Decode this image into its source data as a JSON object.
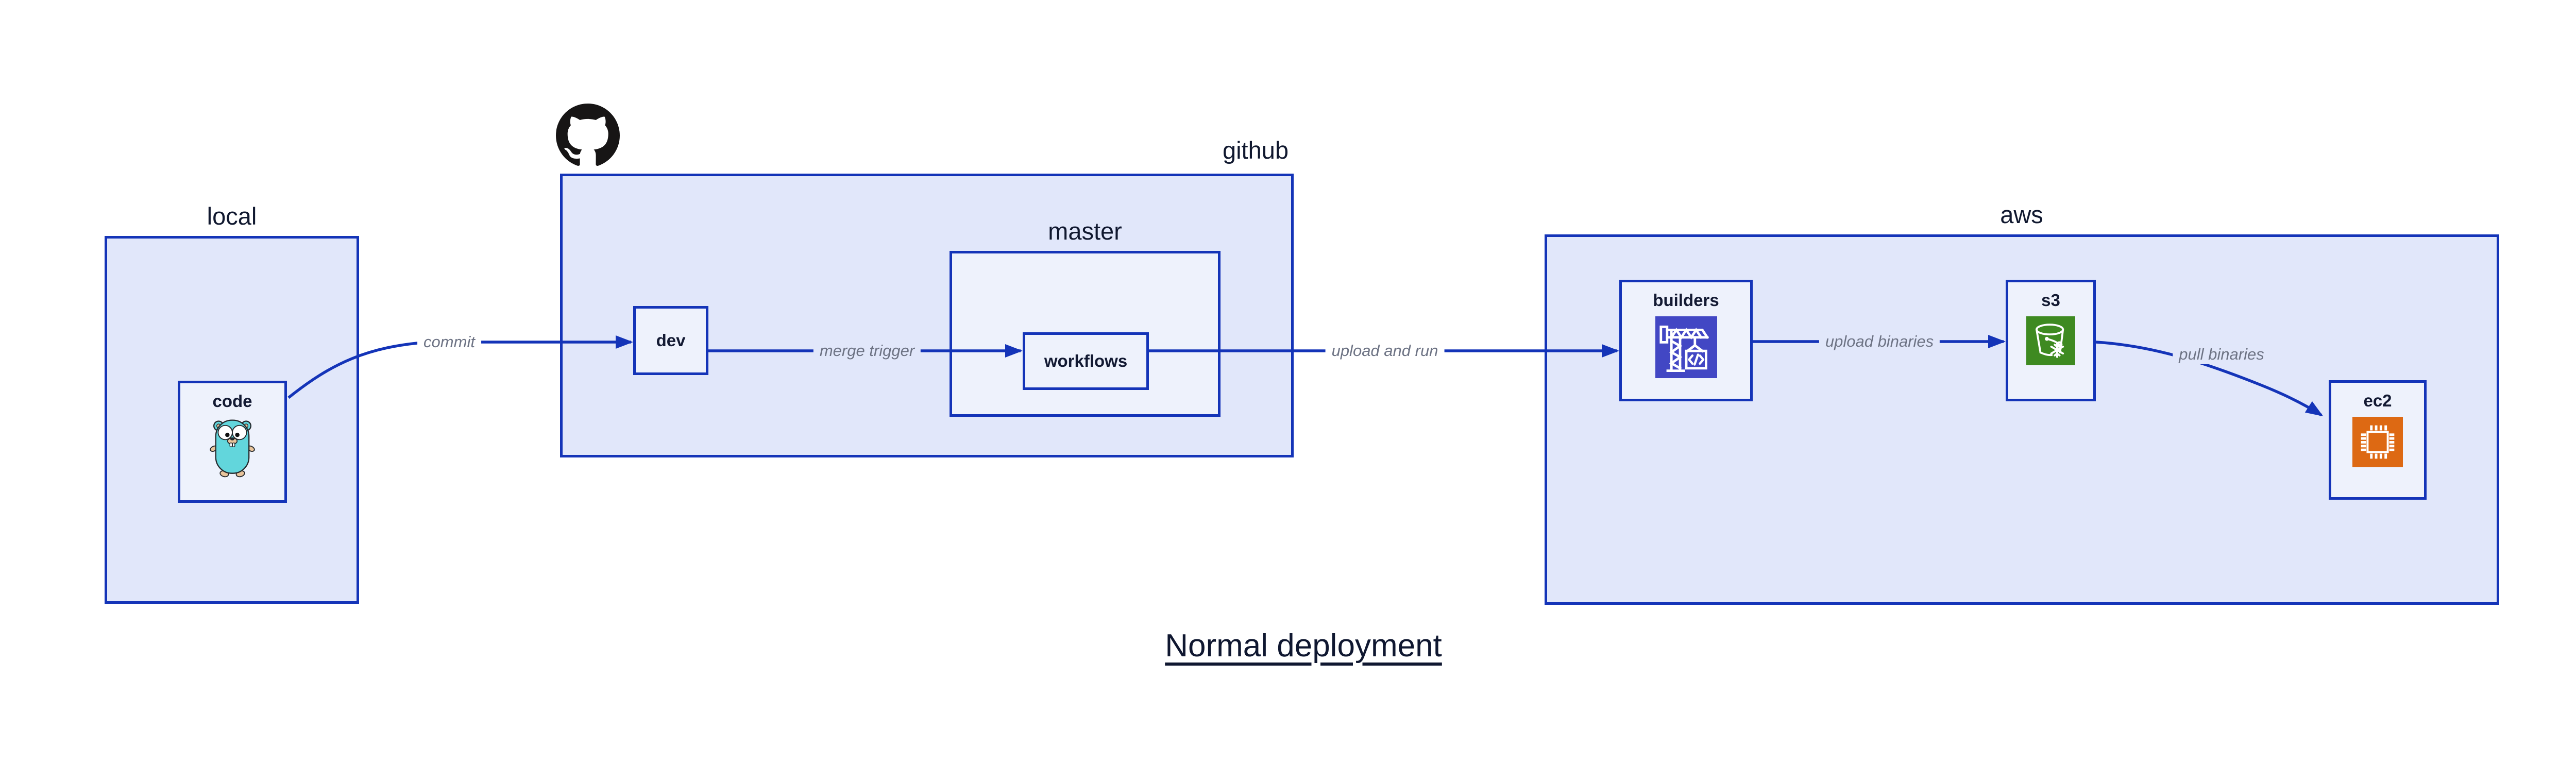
{
  "title": "Normal deployment",
  "containers": [
    {
      "id": "local",
      "label": "local"
    },
    {
      "id": "github",
      "label": "github"
    },
    {
      "id": "master",
      "label": "master"
    },
    {
      "id": "aws",
      "label": "aws"
    }
  ],
  "nodes": [
    {
      "id": "code",
      "label": "code",
      "icon": "go-gopher-icon"
    },
    {
      "id": "dev",
      "label": "dev"
    },
    {
      "id": "workflows",
      "label": "workflows"
    },
    {
      "id": "builders",
      "label": "builders",
      "icon": "codebuild-crane-icon"
    },
    {
      "id": "s3",
      "label": "s3",
      "icon": "s3-glacier-bucket-icon"
    },
    {
      "id": "ec2",
      "label": "ec2",
      "icon": "ec2-chip-icon"
    }
  ],
  "edges": [
    {
      "from": "code",
      "to": "dev",
      "label": "commit"
    },
    {
      "from": "dev",
      "to": "workflows",
      "label": "merge trigger"
    },
    {
      "from": "workflows",
      "to": "builders",
      "label": "upload and run"
    },
    {
      "from": "builders",
      "to": "s3",
      "label": "upload binaries"
    },
    {
      "from": "s3",
      "to": "ec2",
      "label": "pull binaries"
    }
  ],
  "colors": {
    "diagram_blue": "#1434b8",
    "container_fill": "#e1e7fa",
    "node_fill": "#eef2fc",
    "label_navy": "#10182f",
    "edge_label_grey": "#6d7384",
    "octocat_black": "#171515",
    "gopher_teal": "#62d6dc",
    "codebuild_indigo": "#4247c4",
    "s3_green": "#3e8a21",
    "ec2_orange": "#dd6913"
  }
}
